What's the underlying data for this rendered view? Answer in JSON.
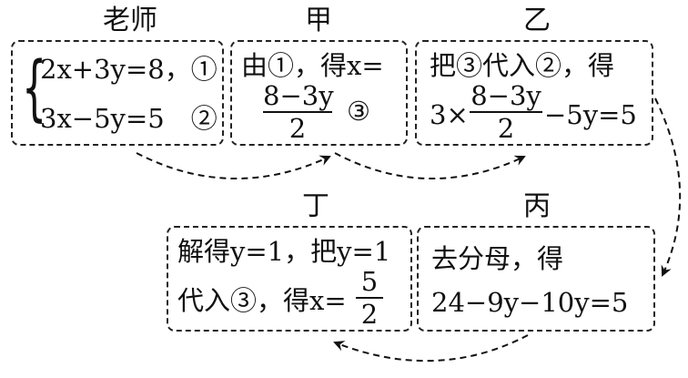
{
  "labels": {
    "teacher": "老师",
    "jia": "甲",
    "yi": "乙",
    "ding": "丁",
    "bing": "丙"
  },
  "teacher_box": {
    "eq1": "2x+3y=8，①",
    "eq2": "3x−5y=5　②"
  },
  "jia_box": {
    "line1": "由①，得x=",
    "frac_num": "8−3y",
    "frac_den": "2",
    "tag": "③"
  },
  "yi_box": {
    "line1": "把③代入②，得",
    "prefix": "3×",
    "frac_num": "8−3y",
    "frac_den": "2",
    "suffix": "−5y=5"
  },
  "bing_box": {
    "line1": "去分母，得",
    "line2": "24−9y−10y=5"
  },
  "ding_box": {
    "line1": "解得y=1，把y=1",
    "line2": "代入③，得x=",
    "frac_num": "5",
    "frac_den": "2"
  }
}
